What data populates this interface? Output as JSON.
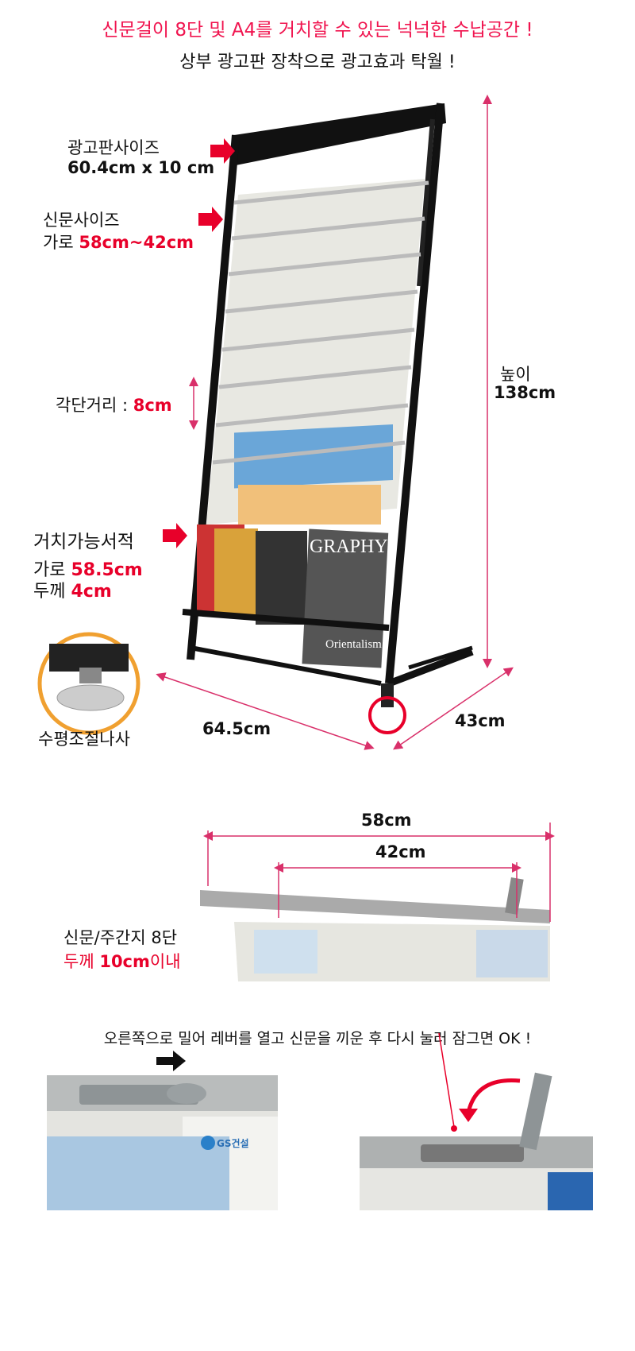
{
  "header": {
    "headline": "신문걸이 8단 및 A4를 거치할 수 있는 넉넉한 수납공간 !",
    "subheadline": "상부 광고판 장착으로 광고효과 탁월 !"
  },
  "specs": {
    "ad_board_label": "광고판사이즈",
    "ad_board_size": "60.4cm x 10 cm",
    "newspaper_label": "신문사이즈",
    "newspaper_width_prefix": "가로 ",
    "newspaper_width": "58cm~42cm",
    "shelf_gap_label": "각단거리 : ",
    "shelf_gap": "8cm",
    "books_label": "거치가능서적",
    "books_width_prefix": "가로 ",
    "books_width": "58.5cm",
    "books_depth_prefix": "두께 ",
    "books_depth": "4cm",
    "height_label": "높이",
    "height": "138cm",
    "width": "64.5cm",
    "depth": "43cm",
    "leveler_label": "수평조절나사",
    "magazine_title": "GRAPHY",
    "magazine_sub": "Orientalism"
  },
  "hanger": {
    "outer": "58cm",
    "inner": "42cm",
    "label": "신문/주간지 8단",
    "thickness_prefix": "두께 ",
    "thickness": "10cm",
    "thickness_suffix": "이내"
  },
  "instructions": {
    "caption": "오른쪽으로 밀어 레버를 열고 신문을 끼운 후 다시 눌러 잠그면 OK !",
    "logo_text": "GS건설"
  },
  "colors": {
    "accent": "#e8002a",
    "headline": "#f0144f",
    "dimension": "#d9306a"
  }
}
